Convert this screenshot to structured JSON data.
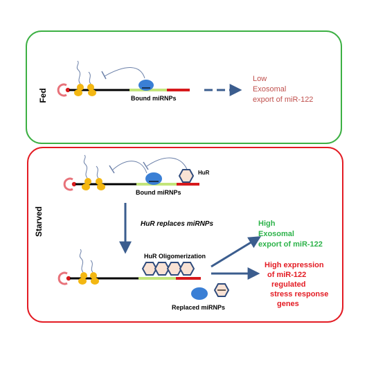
{
  "fed_panel": {
    "label": "Fed",
    "bound_label": "Bound miRNPs",
    "outcome_lines": [
      "Low",
      "Exosomal",
      "export of miR-122"
    ],
    "outcome_color": "#c0504d",
    "border_color": "#3cb043"
  },
  "starved_panel": {
    "label": "Starved",
    "hur_label": "HuR",
    "bound_label": "Bound miRNPs",
    "process_label": "HuR  replaces miRNPs",
    "oligo_label": "HuR Oligomerization",
    "replaced_label": "Replaced miRNPs",
    "exosomal_lines": [
      "High",
      "Exosomal",
      "export of miR-122"
    ],
    "exosomal_color": "#2db34a",
    "expression_lines": [
      "High expression",
      "of  miR-122",
      "regulated",
      "stress response",
      "genes"
    ],
    "expression_color": "#e31b23",
    "border_color": "#e31b23"
  },
  "colors": {
    "mrna_line": "#000000",
    "utr_green": "#c3e57a",
    "utr_red": "#d7191c",
    "ribosome": "#f3b712",
    "mirnp": "#3a7fd5",
    "hur_fill": "#f9e2d4",
    "hur_stroke": "#2f4b7c",
    "arrow": "#3b5d8e",
    "cap": "#e8727a"
  }
}
